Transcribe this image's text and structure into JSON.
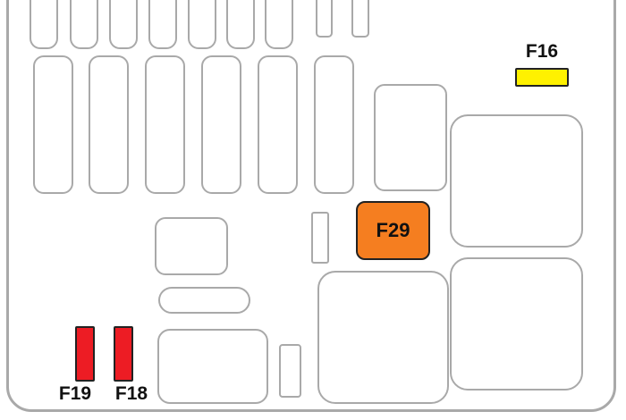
{
  "diagram": {
    "type": "fuse-box-layout",
    "background": "#FFFFFF",
    "outline_color": "#A9A9A9",
    "fuse_border_color": "#222222",
    "label_text_color": "#111111"
  },
  "fuses": {
    "f16": {
      "label": "F16",
      "fill": "#FFF100"
    },
    "f29": {
      "label": "F29",
      "fill": "#F57E20"
    },
    "f19": {
      "label": "F19",
      "fill": "#ED1C24"
    },
    "f18": {
      "label": "F18",
      "fill": "#ED1C24"
    }
  }
}
